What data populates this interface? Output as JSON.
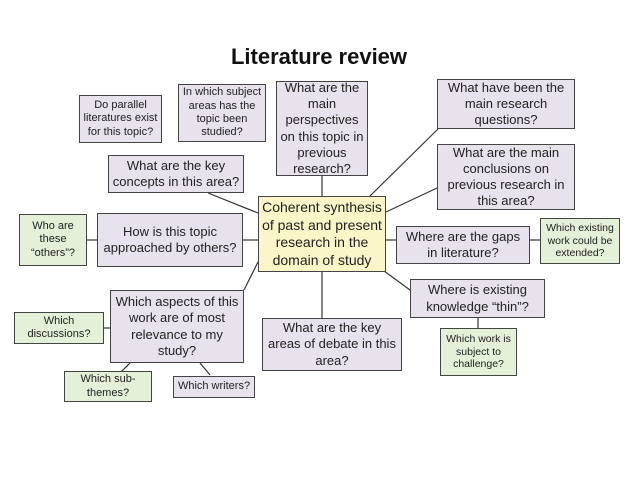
{
  "title": "Literature review",
  "colors": {
    "purple_box": "#e8e2ec",
    "green_box": "#e4f1d8",
    "center_box": "#fbf6c8",
    "border": "#444444",
    "connector": "#333333"
  },
  "nodes": {
    "center": "Coherent synthesis of past and present research in the domain of study",
    "key_concepts": "What are the key concepts in this area?",
    "main_perspectives": "What are the main perspectives on this topic in previous research?",
    "main_questions": "What have been the main research questions?",
    "main_conclusions": "What are the main conclusions on previous research in this area?",
    "gaps": "Where are the gaps in literature?",
    "knowledge_thin": "Where is existing knowledge “thin”?",
    "areas_of_debate": "What are the key areas of debate in this area?",
    "relevance": "Which aspects of this work are of most relevance to my study?",
    "approached_by_others": "How is this topic approached by others?",
    "parallel_literatures": "Do parallel literatures exist for this topic?",
    "subject_areas": "In which subject areas has the topic been studied?",
    "who_are_others": "Who are these “others”?",
    "existing_work_extended": "Which existing work could be extended?",
    "work_challenge": "Which work is subject to challenge?",
    "which_discussions": "Which discussions?",
    "which_subthemes": "Which sub-themes?",
    "which_writers": "Which writers?"
  }
}
